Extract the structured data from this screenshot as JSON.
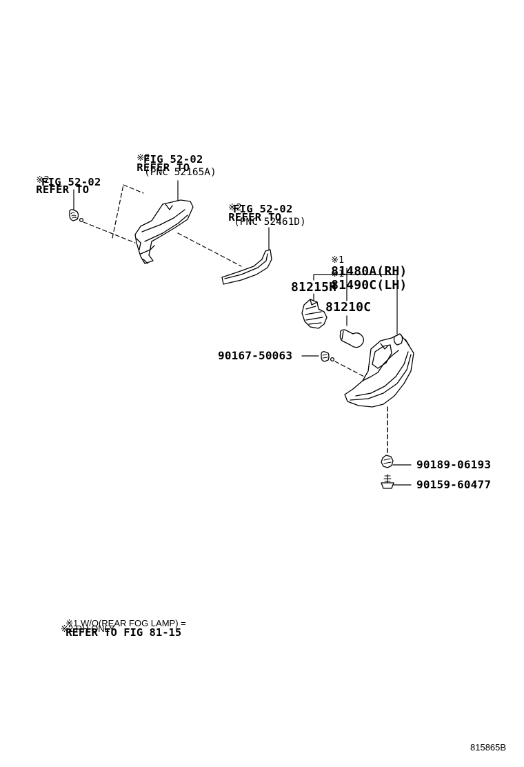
{
  "callouts": {
    "left_ref": {
      "mark": "※2",
      "line1": "REFER TO",
      "line2": "FIG 52-02"
    },
    "top_ref": {
      "mark": "※2",
      "line1": "REFER TO",
      "line2": "FIG 52-02",
      "line3": "(PNC 52165A)"
    },
    "mid_ref": {
      "mark": "※2",
      "line1": "REFER TO",
      "line2": "FIG 52-02",
      "line3": "(PNC 52461D)"
    }
  },
  "parts": {
    "lamp_rh": {
      "mark": "※1",
      "number": "81480A(RH)"
    },
    "lamp_lh": {
      "mark": "※1",
      "number": "81490C(LH)"
    },
    "socket": "81215H",
    "bulb": "81210C",
    "screw_left": "90167-50063",
    "nut": "90189-06193",
    "screw_bottom": "90159-60477"
  },
  "notes": {
    "note1_prefix": "※1 W/O(REAR FOG LAMP) =",
    "note1_ref": "REFER TO FIG 81-15",
    "note2": "※2 RH ONLY"
  },
  "illustration_id": "815865B"
}
